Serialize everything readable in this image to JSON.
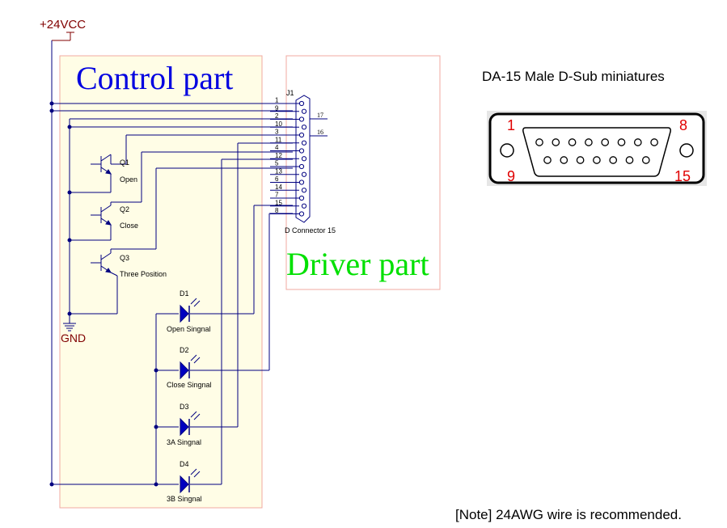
{
  "power": {
    "vcc_label": "+24VCC",
    "gnd_label": "GND"
  },
  "sections": {
    "control_title": "Control part",
    "driver_title": "Driver part"
  },
  "connector": {
    "ref": "J1",
    "name": "D Connector 15",
    "pin_order": [
      "1",
      "9",
      "2",
      "10",
      "3",
      "11",
      "4",
      "12",
      "5",
      "13",
      "6",
      "14",
      "7",
      "15",
      "8"
    ],
    "side_pins": [
      "17",
      "16"
    ]
  },
  "transistors": [
    {
      "ref": "Q1",
      "value": "Open"
    },
    {
      "ref": "Q2",
      "value": "Close"
    },
    {
      "ref": "Q3",
      "value": "Three Position"
    }
  ],
  "leds": [
    {
      "ref": "D1",
      "value": "Open Singnal"
    },
    {
      "ref": "D2",
      "value": "Close Singnal"
    },
    {
      "ref": "D3",
      "value": "3A Singnal"
    },
    {
      "ref": "D4",
      "value": "3B Singnal"
    }
  ],
  "dsub": {
    "title": "DA-15 Male D-Sub miniatures",
    "pin_1": "1",
    "pin_8": "8",
    "pin_9": "9",
    "pin_15": "15"
  },
  "note": "[Note] 24AWG wire is recommended.",
  "colors": {
    "wire": "#000080",
    "power": "#800000",
    "control_fill": "#fffde6",
    "box_border": "#f0a9a0",
    "control_title": "#0000e0",
    "driver_title": "#00e000",
    "pin_number": "#e00000",
    "component": "#0000c0"
  }
}
